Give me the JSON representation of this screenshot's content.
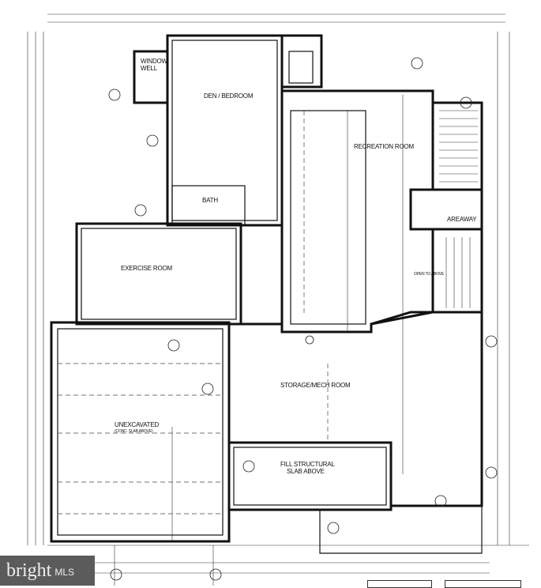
{
  "rooms": {
    "window_well": [
      "WINDOW",
      "WELL"
    ],
    "den": "DEN / BEDROOM",
    "recreation": "RECREATION ROOM",
    "bath": "BATH",
    "areaway": "AREAWAY",
    "open_to_above": "OPEN TO ABOVE",
    "exercise": "EXERCISE ROOM",
    "unexcavated": "UNEXCAVATED",
    "unexcavated_sub": "(CONC. SLAB ABOVE)",
    "storage": "STORAGE/MECH ROOM",
    "fill": [
      "FILL STRUCTURAL",
      "SLAB ABOVE"
    ]
  },
  "watermark": {
    "brand": "bright",
    "suffix": "MLS"
  }
}
